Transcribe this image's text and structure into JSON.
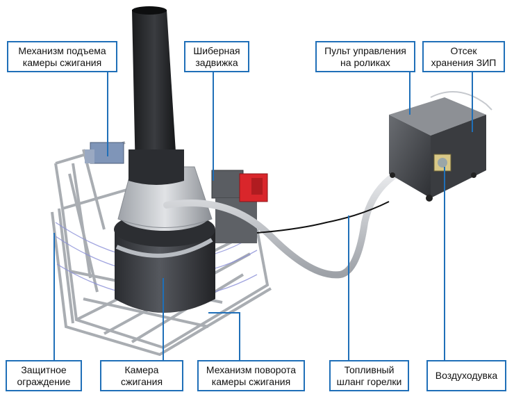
{
  "labels": {
    "lift_mechanism": [
      "Механизм подъема",
      "камеры сжигания"
    ],
    "gate_valve": [
      "Шиберная",
      "задвижка"
    ],
    "control_panel": [
      "Пульт управления",
      "на роликах"
    ],
    "spare_parts": [
      "Отсек",
      "хранения ЗИП"
    ],
    "guard": [
      "Защитное",
      "ограждение"
    ],
    "chamber": [
      "Камера",
      "сжигания"
    ],
    "rotation_mechanism": [
      "Механизм поворота",
      "камеры сжигания"
    ],
    "fuel_hose": [
      "Топливный",
      "шланг горелки"
    ],
    "blower": [
      "Воздуходувка"
    ]
  },
  "colors": {
    "label_border": "#1f6fb8",
    "leader_line": "#1f6fb8",
    "burner": "#d9262b",
    "chamber": "#3a3d42",
    "frame": "#b9bcc0",
    "panel": "#4a4d52"
  }
}
